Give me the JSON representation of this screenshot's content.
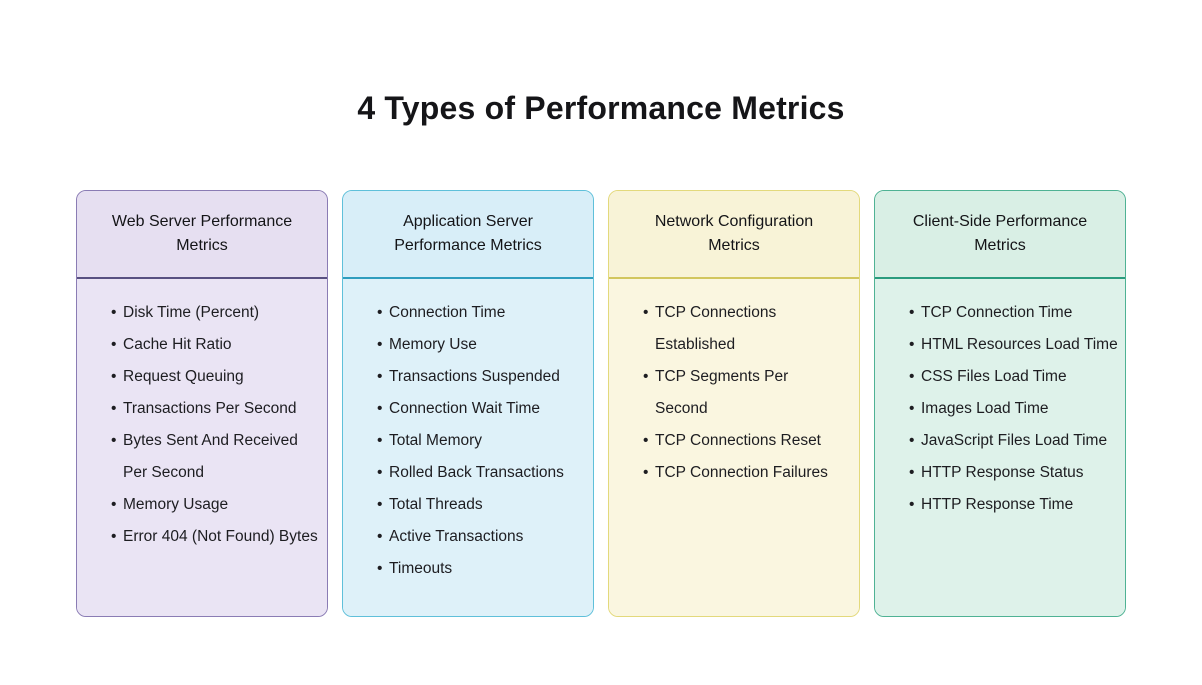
{
  "page": {
    "title": "4 Types of Performance Metrics"
  },
  "cards": [
    {
      "id": "web-server-performance-metrics",
      "title": "Web Server Performance Metrics",
      "colors": {
        "border": "#8a7cb4",
        "header_bg": "#e6dff1",
        "body_bg": "#eae4f4",
        "divider": "#585081"
      },
      "items": [
        "Disk Time (Percent)",
        "Cache Hit Ratio",
        "Request Queuing",
        "Transactions Per Second",
        "Bytes Sent And Received Per Second",
        "Memory Usage",
        "Error 404 (Not Found) Bytes"
      ]
    },
    {
      "id": "application-server-performance-metrics",
      "title": "Application Server Performance Metrics",
      "colors": {
        "border": "#5fc0da",
        "header_bg": "#d8eef8",
        "body_bg": "#def1f9",
        "divider": "#2f9dbe"
      },
      "items": [
        "Connection Time",
        "Memory Use",
        "Transactions Suspended",
        "Connection Wait Time",
        "Total Memory",
        "Rolled Back Transactions",
        "Total Threads",
        "Active Transactions",
        "Timeouts"
      ]
    },
    {
      "id": "network-configuration-metrics",
      "title": "Network Configuration Metrics",
      "colors": {
        "border": "#e3d97c",
        "header_bg": "#f8f3d7",
        "body_bg": "#faf6e0",
        "divider": "#d2c65e"
      },
      "items": [
        "TCP Connections Established",
        "TCP Segments Per Second",
        "TCP Connections Reset",
        "TCP Connection Failures"
      ]
    },
    {
      "id": "client-side-performance-metrics",
      "title": "Client-Side Performance Metrics",
      "colors": {
        "border": "#4fb294",
        "header_bg": "#d9efe5",
        "body_bg": "#def2ea",
        "divider": "#2b9c7e"
      },
      "items": [
        "TCP Connection Time",
        "HTML Resources Load Time",
        "CSS Files Load Time",
        "Images Load Time",
        "JavaScript Files Load Time",
        "HTTP Response Status",
        "HTTP Response Time"
      ]
    }
  ]
}
